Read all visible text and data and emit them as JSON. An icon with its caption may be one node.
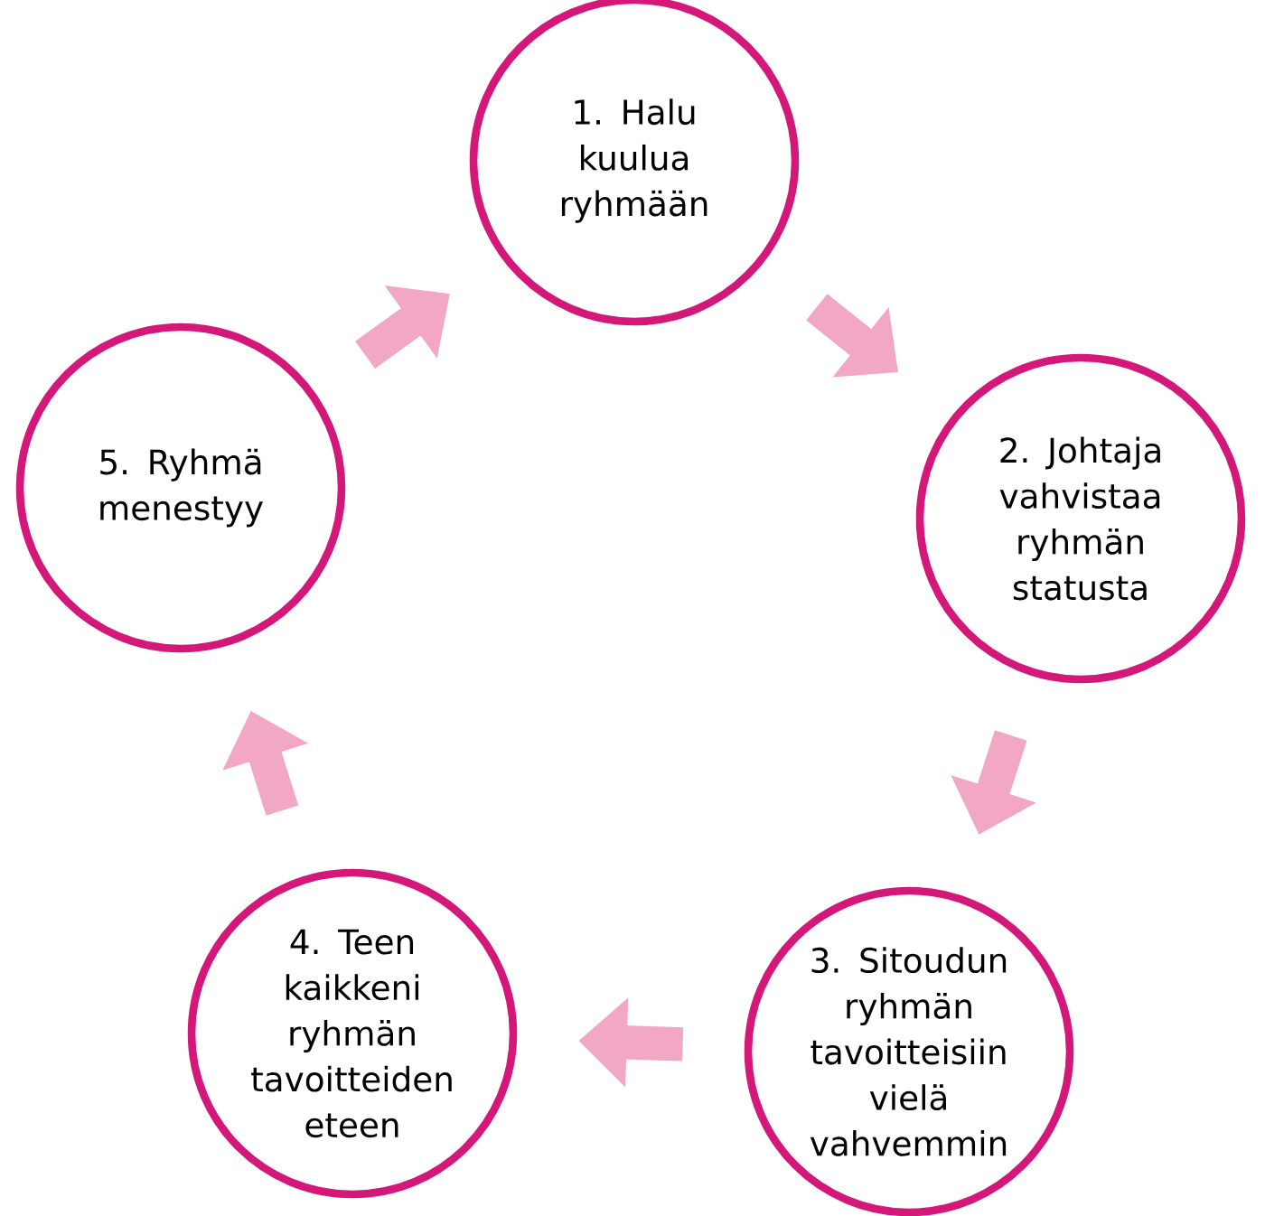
{
  "diagram": {
    "nodes": [
      {
        "text": [
          "1. Halu kuulua ryhmään"
        ]
      },
      {
        "text": [
          "2. Johtaja vahvistaa ryhmän statusta"
        ]
      },
      {
        "text": [
          "3. Sitoudun ryhmän tavoitteisiin vielä vahvemmin"
        ]
      },
      {
        "text": [
          "4. Teen kaikkeni ryhmän tavoitteiden eteen"
        ]
      },
      {
        "text": [
          "5. Ryhmä menestyy"
        ]
      }
    ],
    "edges": [
      {
        "from": 0,
        "to": 1,
        "arrow": "to"
      },
      {
        "from": 1,
        "to": 2,
        "arrow": "to"
      },
      {
        "from": 2,
        "to": 3,
        "arrow": "to"
      },
      {
        "from": 3,
        "to": 4,
        "arrow": "to"
      },
      {
        "from": 4,
        "to": 0,
        "arrow": "to"
      }
    ]
  }
}
